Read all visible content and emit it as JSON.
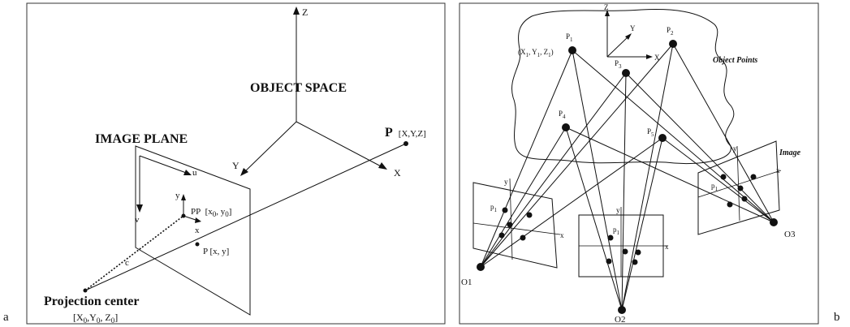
{
  "figure": {
    "panel_a_label": "a",
    "panel_b_label": "b"
  },
  "panel_a": {
    "axis_z": "Z",
    "axis_y": "Y",
    "axis_x": "X",
    "object_space": "OBJECT SPACE",
    "image_plane": "IMAGE PLANE",
    "point_P": "P",
    "point_P_coords": "[X,Y,Z]",
    "u": "u",
    "v": "v",
    "y": "y",
    "x": "x",
    "pp": "PP",
    "pp_coords": "[x",
    "pp_coords_sub0": "0",
    "pp_coords_mid": ", y",
    "pp_coords_sub1": "0",
    "pp_coords_end": "]",
    "p_image": "P [x, y]",
    "c": "c",
    "projection_center": "Projection center",
    "pc_coords_a": "[X",
    "pc_sub1": "0",
    "pc_coords_b": ",Y",
    "pc_sub2": "0",
    "pc_coords_c": ", Z",
    "pc_sub3": "0",
    "pc_coords_d": "]"
  },
  "panel_b": {
    "axis_z": "Z",
    "axis_y": "Y",
    "axis_x": "X",
    "object_points": "Object Points",
    "image": "Image",
    "P": "P",
    "P1_sub": "1",
    "P2_sub": "2",
    "P3_sub": "3",
    "P4_sub": "4",
    "P5_sub": "5",
    "p1_coords": "(X",
    "p1_coords_sub_a": "1",
    "p1_coords_b": ", Y",
    "p1_coords_sub_b": "1",
    "p1_coords_c": ", Z",
    "p1_coords_sub_c": "1",
    "p1_coords_d": ")",
    "img_p": "p",
    "img_p_sub": "1",
    "y": "y",
    "x": "x",
    "O1": "O1",
    "O2": "O2",
    "O3": "O3"
  }
}
